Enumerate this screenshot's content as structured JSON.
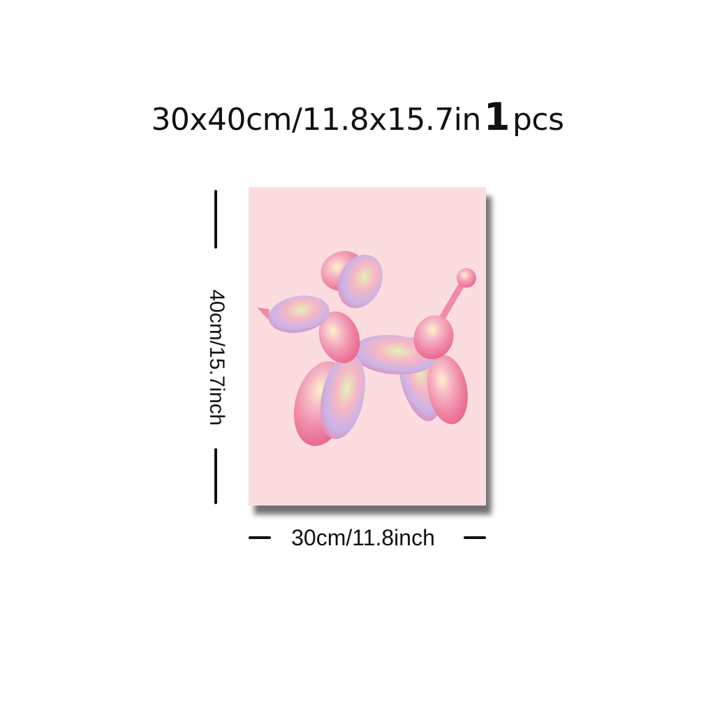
{
  "product": {
    "size_text": "30x40cm/11.8x15.7in",
    "count_number": "1",
    "count_unit": "pcs",
    "artwork": "pink-balloon-dog-poster"
  },
  "dimensions": {
    "height_label": "40cm/15.7inch",
    "width_label": "30cm/11.8inch"
  },
  "colors": {
    "canvas_background": "#fbdde0",
    "balloon_pink": "#f08aa8",
    "text": "#111111"
  }
}
